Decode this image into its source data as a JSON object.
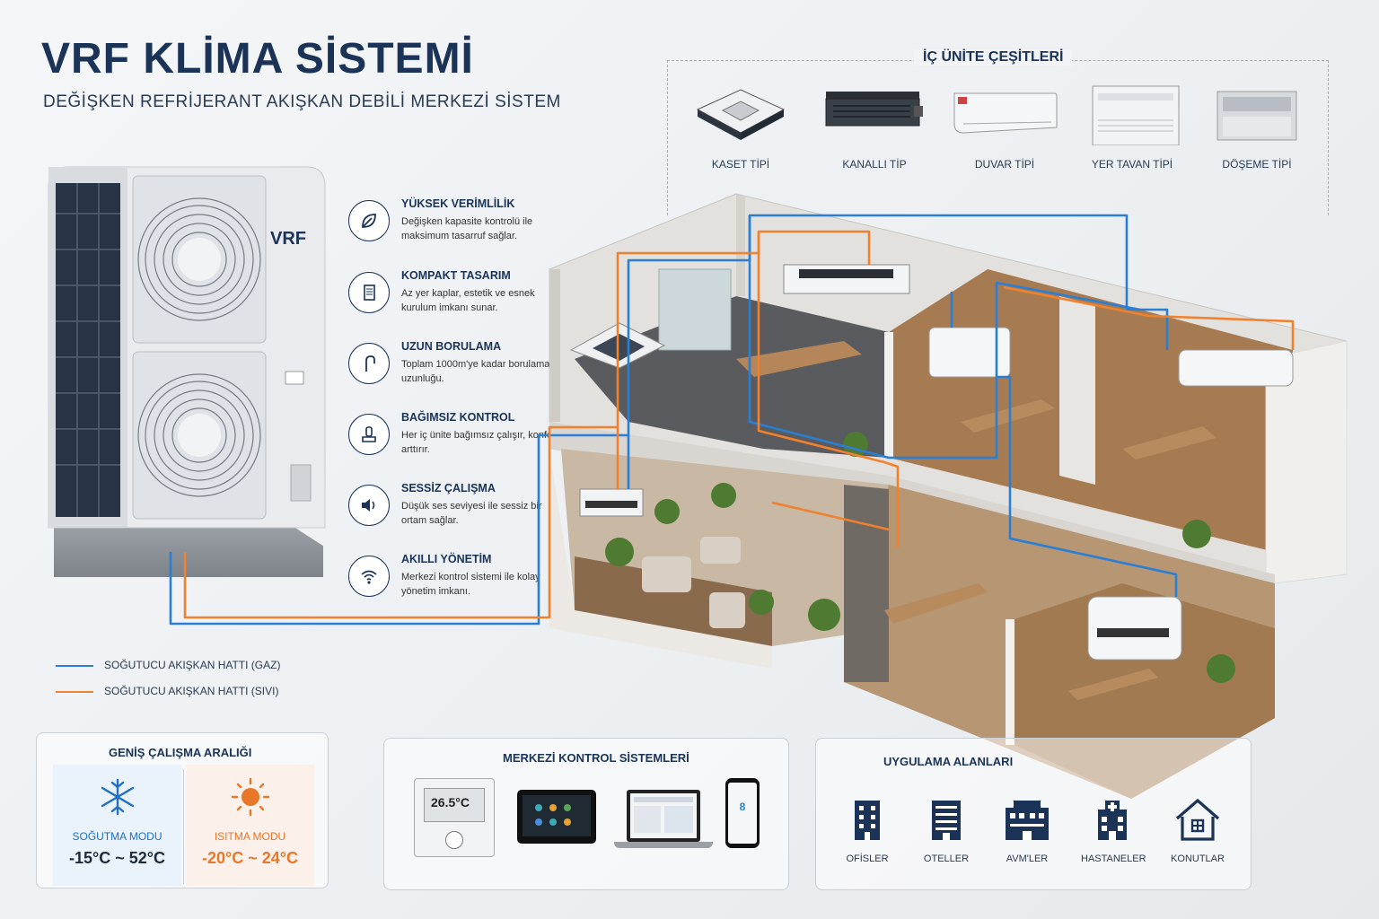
{
  "header": {
    "title": "VRF KLİMA SİSTEMİ",
    "subtitle": "DEĞİŞKEN REFRİJERANT AKIŞKAN DEBİLİ MERKEZİ SİSTEM"
  },
  "outdoor_unit": {
    "brand": "VRF"
  },
  "features": [
    {
      "title": "YÜKSEK VERİMLİLİK",
      "desc": "Değişken kapasite kontrolü ile maksimum tasarruf sağlar.",
      "icon": "leaf-icon"
    },
    {
      "title": "KOMPAKT TASARIM",
      "desc": "Az yer kaplar, estetik ve esnek kurulum imkanı sunar.",
      "icon": "unit-icon"
    },
    {
      "title": "UZUN BORULAMA",
      "desc": "Toplam 1000m'ye kadar borulama uzunluğu.",
      "icon": "pipe-icon"
    },
    {
      "title": "BAĞIMSIZ KONTROL",
      "desc": "Her iç ünite bağımsız çalışır, konforu arttırır.",
      "icon": "hand-control-icon"
    },
    {
      "title": "SESSİZ ÇALIŞMA",
      "desc": "Düşük ses seviyesi ile sessiz bir ortam sağlar.",
      "icon": "speaker-icon"
    },
    {
      "title": "AKILLI YÖNETİM",
      "desc": "Merkezi kontrol sistemi ile kolay yönetim imkanı.",
      "icon": "wifi-icon"
    }
  ],
  "legend": {
    "gas": "SOĞUTUCU AKIŞKAN HATTI (GAZ)",
    "liquid": "SOĞUTUCU AKIŞKAN HATTI (SIVI)",
    "gas_color": "#2a7fd4",
    "liquid_color": "#f0812e"
  },
  "indoor_types": {
    "title": "İÇ ÜNİTE ÇEŞİTLERİ",
    "items": [
      "KASET TİPİ",
      "KANALLI TİP",
      "DUVAR TİPİ",
      "YER TAVAN TİPİ",
      "DÖŞEME TİPİ"
    ]
  },
  "operating_range": {
    "title": "GENİŞ ÇALIŞMA ARALIĞI",
    "cooling_label": "SOĞUTMA MODU",
    "cooling_range": "-15°C ~ 52°C",
    "heating_label": "ISITMA MODU",
    "heating_range": "-20°C ~ 24°C"
  },
  "central_control": {
    "title": "MERKEZİ KONTROL SİSTEMLERİ",
    "thermostat_temp": "26.5°C",
    "phone_temp": "8"
  },
  "applications": {
    "title": "UYGULAMA ALANLARI",
    "items": [
      "OFİSLER",
      "OTELLER",
      "AVM'LER",
      "HASTANELER",
      "KONUTLAR"
    ]
  },
  "colors": {
    "navy": "#1a3356",
    "cool": "#1f6fc4",
    "heat": "#e8772a"
  }
}
